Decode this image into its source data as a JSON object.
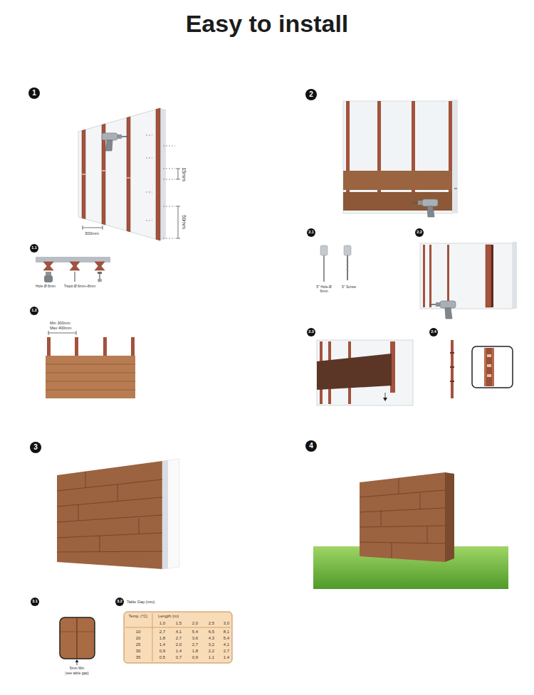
{
  "diagram": {
    "title": "Easy to install",
    "nodes": [
      {
        "text": [
          "1"
        ]
      },
      {
        "text": [
          "1.1"
        ]
      },
      {
        "text": [
          "1.2"
        ]
      },
      {
        "text": [
          "2"
        ]
      },
      {
        "text": [
          "2.1"
        ]
      },
      {
        "text": [
          "2.2"
        ]
      },
      {
        "text": [
          "2.3"
        ]
      },
      {
        "text": [
          "2.4"
        ]
      },
      {
        "text": [
          "3"
        ]
      },
      {
        "text": [
          "3.1"
        ]
      },
      {
        "text": [
          "3.2"
        ]
      },
      {
        "text": [
          "4"
        ]
      }
    ],
    "labels": [
      "15mm",
      "50mm",
      "300mm",
      "Hole Ø 6mm",
      "Trepit Ø 6mm~8mm",
      "Min 300mm",
      "Max 400mm",
      "5\" Hole Ø 6mm",
      "5\" Screw",
      "5mm Min",
      "(see table gap)",
      "Table Gap (mm)",
      "Temp. (°C)",
      "Length (m)",
      "1,0",
      "1,5",
      "2,0",
      "2,5",
      "3,0",
      "10",
      "2,7",
      "4,1",
      "5,4",
      "6,5",
      "8,1",
      "20",
      "1,8",
      "2,7",
      "3,6",
      "4,3",
      "5,4",
      "25",
      "1,4",
      "2,0",
      "2,7",
      "3,2",
      "4,1",
      "30",
      "0,9",
      "1,4",
      "1,8",
      "2,2",
      "2,7",
      "35",
      "0,5",
      "0,7",
      "0,9",
      "1,1",
      "1,4"
    ]
  }
}
